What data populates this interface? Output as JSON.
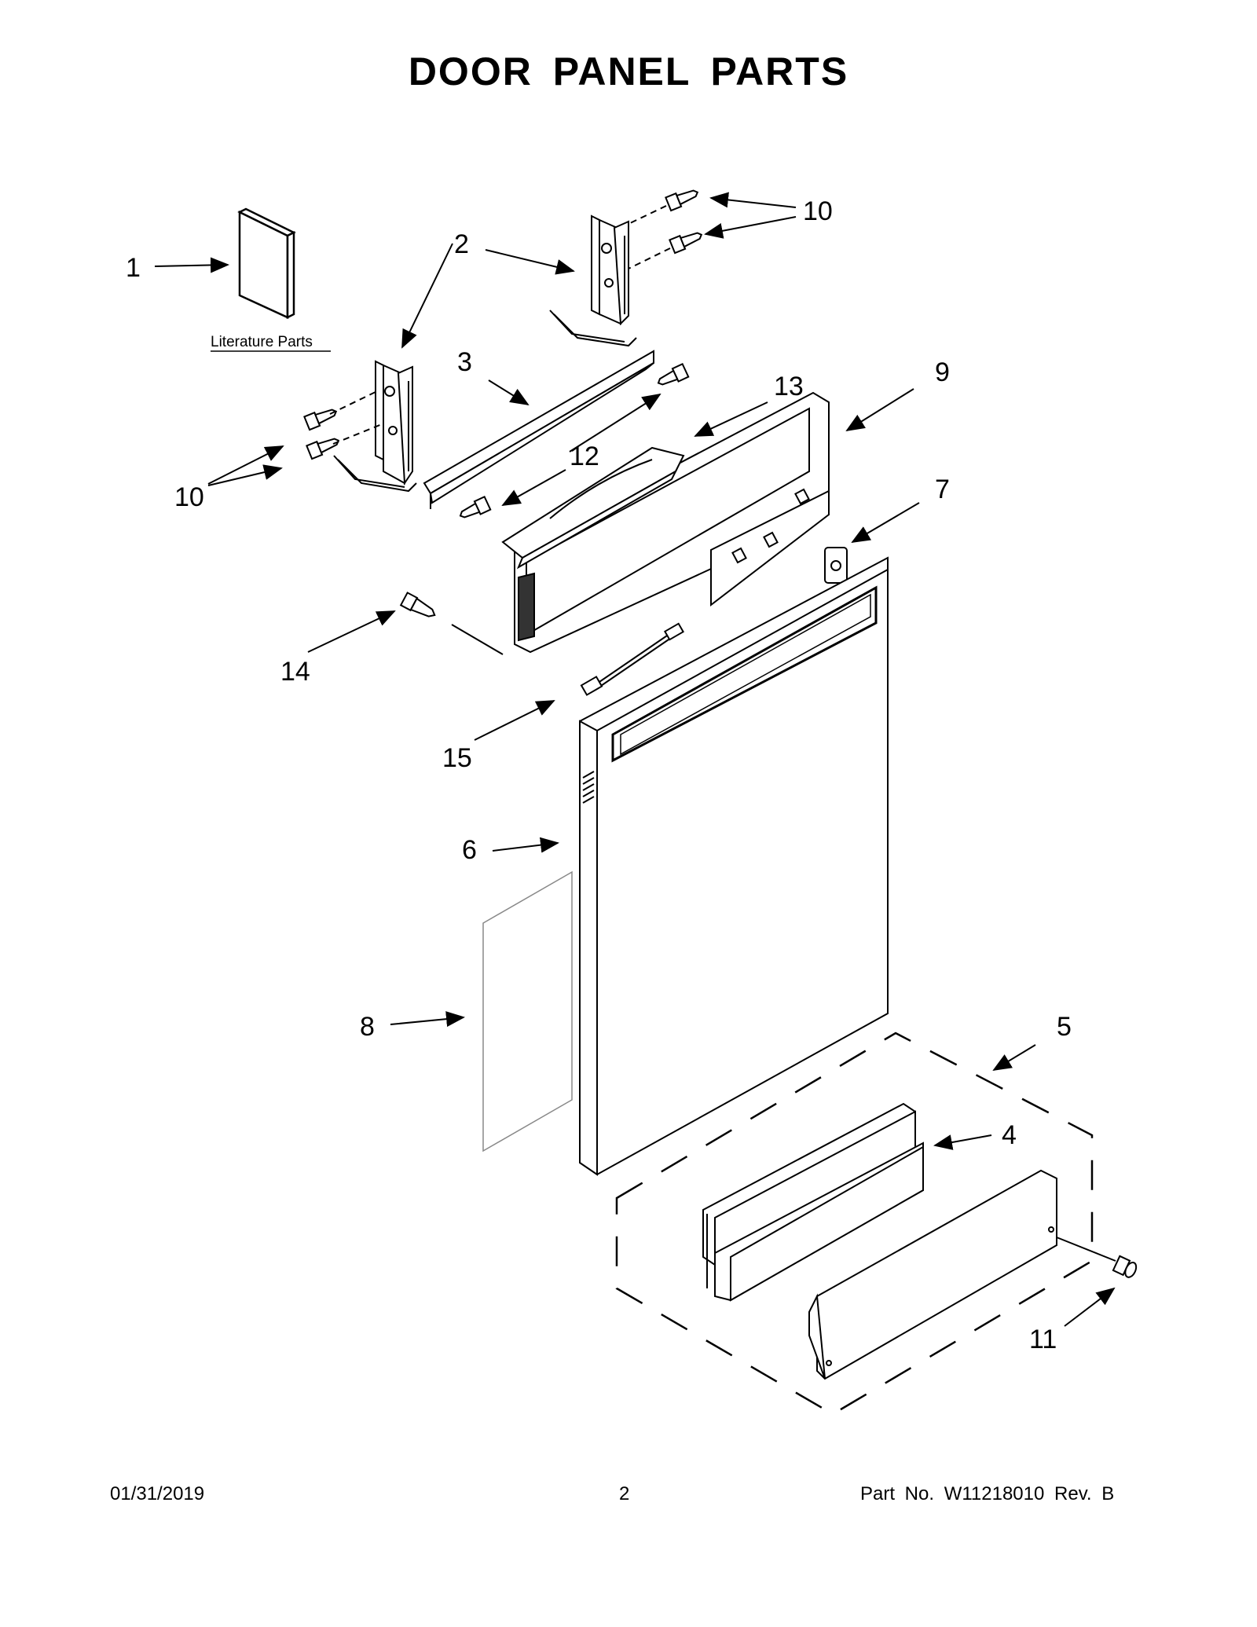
{
  "title": "DOOR PANEL PARTS",
  "literature_label": "Literature Parts",
  "callouts": [
    {
      "id": "c1",
      "label": "1"
    },
    {
      "id": "c2",
      "label": "2"
    },
    {
      "id": "c3",
      "label": "3"
    },
    {
      "id": "c4",
      "label": "4"
    },
    {
      "id": "c5",
      "label": "5"
    },
    {
      "id": "c6",
      "label": "6"
    },
    {
      "id": "c7",
      "label": "7"
    },
    {
      "id": "c8",
      "label": "8"
    },
    {
      "id": "c9",
      "label": "9"
    },
    {
      "id": "c10a",
      "label": "10"
    },
    {
      "id": "c10b",
      "label": "10"
    },
    {
      "id": "c11",
      "label": "11"
    },
    {
      "id": "c12",
      "label": "12"
    },
    {
      "id": "c13",
      "label": "13"
    },
    {
      "id": "c14",
      "label": "14"
    },
    {
      "id": "c15",
      "label": "15"
    }
  ],
  "footer": {
    "date": "01/31/2019",
    "page": "2",
    "part_no": "Part No.  W11218010  Rev.  B"
  }
}
